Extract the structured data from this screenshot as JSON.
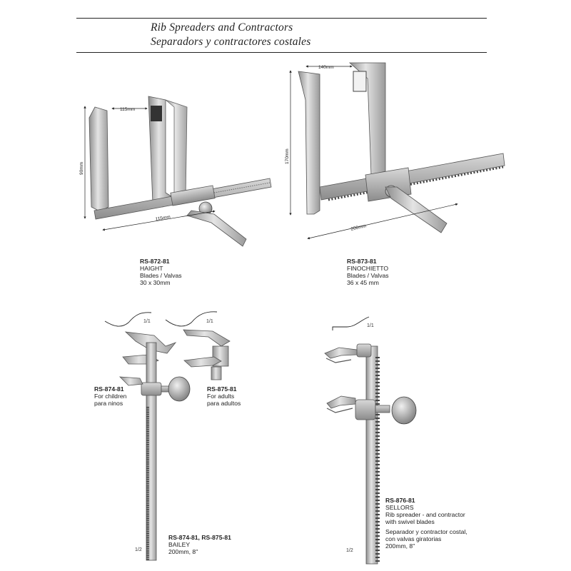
{
  "header": {
    "title_en": "Rib Spreaders and Contractors",
    "title_es": "Separadors y contractores costales"
  },
  "products": [
    {
      "code": "RS-872-81",
      "lines": [
        "HAIGHT",
        "Blades / Valvas",
        "30 x 30mm"
      ],
      "dims": {
        "blade_gap": "115mm",
        "height": "90mm",
        "length": "115mm"
      }
    },
    {
      "code": "RS-873-81",
      "lines": [
        "FINOCHIETTO",
        "Blades / Valvas",
        "36 x 45 mm"
      ],
      "dims": {
        "blade_gap": "140mm",
        "height": "170mm",
        "length": "200mm"
      }
    },
    {
      "code": "RS-874-81",
      "lines": [
        "For children",
        "para ninos"
      ]
    },
    {
      "code": "RS-875-81",
      "lines": [
        "For adults",
        "para adultos"
      ]
    },
    {
      "code": "RS-874-81, RS-875-81",
      "lines": [
        "BAILEY",
        "200mm, 8\""
      ]
    },
    {
      "code": "RS-876-81",
      "lines": [
        "SELLORS",
        "Rib spreader - and contractor",
        "with swivel blades",
        "",
        "Separador y contractor costal,",
        "con valvas giratorias",
        "200mm, 8\""
      ]
    }
  ],
  "scale_labels": {
    "bailey_children_profile": "1/1",
    "bailey_adults_profile": "1/1",
    "sellors_profile": "1/1",
    "bailey_tool": "1/2",
    "sellors_tool": "1/2"
  }
}
